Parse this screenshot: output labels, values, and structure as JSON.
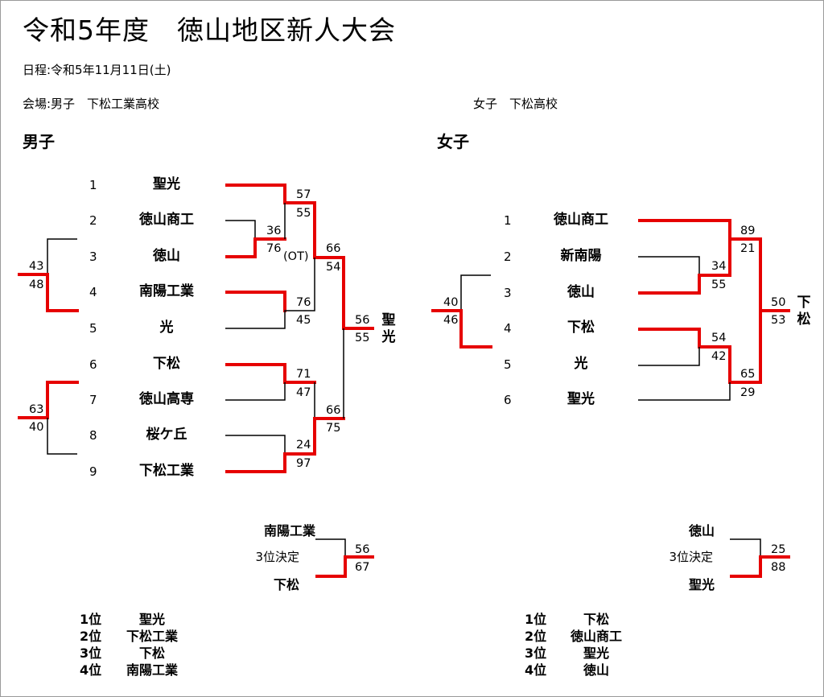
{
  "title": "令和5年度　徳山地区新人大会",
  "schedule": "日程:令和5年11月11日(土)",
  "venue_boys": "会場:男子　下松工業高校",
  "venue_girls": "女子　下松高校",
  "colors": {
    "winner_line": "#e60000",
    "loser_line": "#000000"
  },
  "boys": {
    "heading": "男子",
    "seeds": [
      "1",
      "2",
      "3",
      "4",
      "5",
      "6",
      "7",
      "8",
      "9"
    ],
    "teams": [
      "聖光",
      "徳山商工",
      "徳山",
      "南陽工業",
      "光",
      "下松",
      "徳山高専",
      "桜ケ丘",
      "下松工業"
    ],
    "scores": {
      "r1_2_3": [
        "36",
        "76"
      ],
      "qf_1": [
        "57",
        "55"
      ],
      "qf_4_5": [
        "76",
        "45"
      ],
      "ot_note": "(OT)",
      "sf_top": [
        "66",
        "54"
      ],
      "qf_6_7": [
        "71",
        "47"
      ],
      "qf_8_9": [
        "24",
        "97"
      ],
      "sf_bottom": [
        "66",
        "75"
      ],
      "final": [
        "56",
        "55"
      ],
      "side_top": [
        "43",
        "48"
      ],
      "side_bottom": [
        "63",
        "40"
      ]
    },
    "champion": [
      "聖",
      "光"
    ],
    "third_place": {
      "team_a": "南陽工業",
      "label": "3位決定",
      "team_b": "下松",
      "scores": [
        "56",
        "67"
      ]
    },
    "rankings": [
      {
        "place": "1位",
        "team": "聖光"
      },
      {
        "place": "2位",
        "team": "下松工業"
      },
      {
        "place": "3位",
        "team": "下松"
      },
      {
        "place": "4位",
        "team": "南陽工業"
      }
    ]
  },
  "girls": {
    "heading": "女子",
    "seeds": [
      "1",
      "2",
      "3",
      "4",
      "5",
      "6"
    ],
    "teams": [
      "徳山商工",
      "新南陽",
      "徳山",
      "下松",
      "光",
      "聖光"
    ],
    "scores": {
      "r1_2_3": [
        "34",
        "55"
      ],
      "sf_top": [
        "89",
        "21"
      ],
      "r1_4_5": [
        "54",
        "42"
      ],
      "sf_bottom": [
        "65",
        "29"
      ],
      "final": [
        "50",
        "53"
      ],
      "side": [
        "40",
        "46"
      ]
    },
    "champion": [
      "下",
      "松"
    ],
    "third_place": {
      "team_a": "徳山",
      "label": "3位決定",
      "team_b": "聖光",
      "scores": [
        "25",
        "88"
      ]
    },
    "rankings": [
      {
        "place": "1位",
        "team": "下松"
      },
      {
        "place": "2位",
        "team": "徳山商工"
      },
      {
        "place": "3位",
        "team": "聖光"
      },
      {
        "place": "4位",
        "team": "徳山"
      }
    ]
  }
}
